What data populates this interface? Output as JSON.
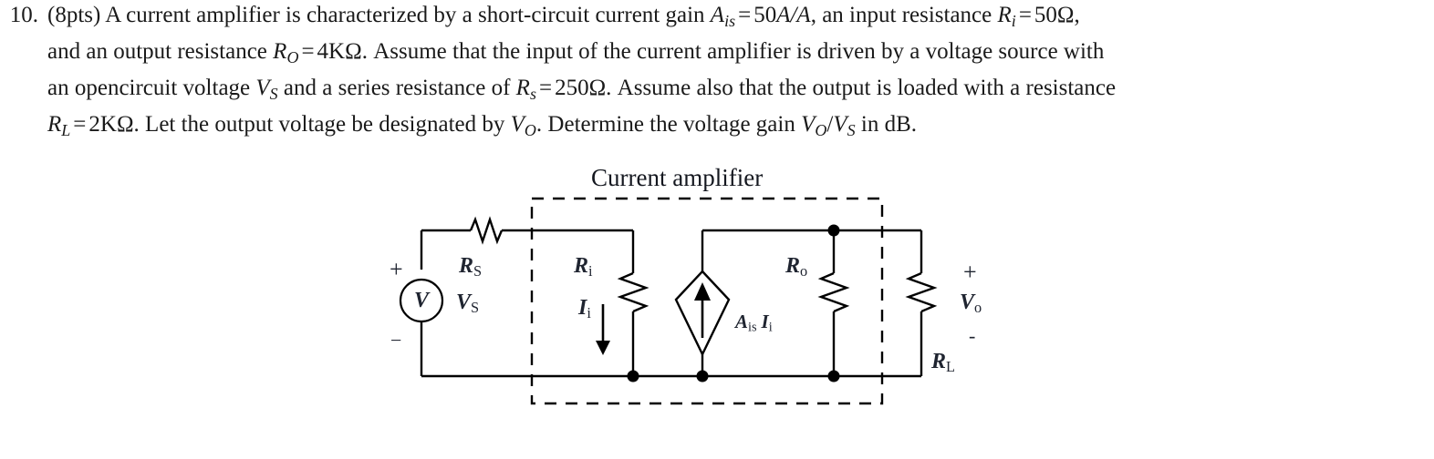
{
  "problem": {
    "number": "10.",
    "points": "(8pts)",
    "lines": [
      {
        "id": "line1",
        "text": "(8pts) A current amplifier is characterized by a short-circuit current gain A_is = 50A/A, an input resistance R_i = 50Ω,"
      },
      {
        "id": "line2",
        "text": "and an output resistance R_O = 4KΩ. Assume that the input of the current amplifier is driven by a voltage source with"
      },
      {
        "id": "line3",
        "text": "an opencircuit voltage V_S and a series resistance of R_s = 250Ω. Assume also that the output is loaded with a resistance"
      },
      {
        "id": "line4",
        "text": "R_L = 2KΩ. Let the output voltage be designated by V_O. Determine the voltage gain V_O/V_S in dB."
      }
    ],
    "seg": {
      "l1_a": "(8pts) A current amplifier is characterized by a short-circuit current gain ",
      "l1_A": "A",
      "l1_Asub": "is",
      "l1_eq1": "=",
      "l1_val1": "50",
      "l1_AA": "A/A",
      "l1_b": ", an input resistance ",
      "l1_R": "R",
      "l1_Rsub": "i",
      "l1_eq2": "=",
      "l1_val2": "50Ω",
      "l1_c": ",",
      "l2_a": "and an output resistance ",
      "l2_R": "R",
      "l2_Rsub": "O",
      "l2_eq": "=",
      "l2_val": "4KΩ",
      "l2_b": ". Assume that the input of the current amplifier is driven by a voltage source with",
      "l3_a": "an opencircuit voltage ",
      "l3_V": "V",
      "l3_Vsub": "S",
      "l3_b": " and a series resistance of ",
      "l3_R": "R",
      "l3_Rsub": "s",
      "l3_eq": "=",
      "l3_val": "250Ω",
      "l3_c": ". Assume also that the output is loaded with a resistance",
      "l4_R": "R",
      "l4_Rsub": "L",
      "l4_eq": "=",
      "l4_val": "2KΩ",
      "l4_a": ". Let the output voltage be designated by ",
      "l4_V": "V",
      "l4_Vsub": "O",
      "l4_b": ". Determine the voltage gain ",
      "l4_VO": "V",
      "l4_VOsub": "O",
      "l4_slash": "/",
      "l4_VS": "V",
      "l4_VSsub": "S",
      "l4_c": " in dB."
    }
  },
  "figure": {
    "title": "Current amplifier",
    "source_symbol": "V",
    "labels": {
      "rs": {
        "main": "R",
        "sub": "S"
      },
      "vs": {
        "main": "V",
        "sub": "S"
      },
      "ri": {
        "main": "R",
        "sub": "i"
      },
      "ii": {
        "main": "I",
        "sub": "i"
      },
      "ro": {
        "main": "R",
        "sub": "o"
      },
      "rl": {
        "main": "R",
        "sub": "L"
      },
      "vo": {
        "main": "V",
        "sub": "o"
      },
      "dep_source": {
        "main": "A",
        "sub": "is",
        "main2": "I",
        "sub2": "i"
      }
    },
    "signs": {
      "src_plus": "+",
      "src_minus": "−",
      "out_plus": "+",
      "out_minus": "-"
    },
    "colors": {
      "wire": "#000000",
      "dashed_box": "#000000",
      "label": "#1f2430",
      "background": "#ffffff"
    }
  }
}
